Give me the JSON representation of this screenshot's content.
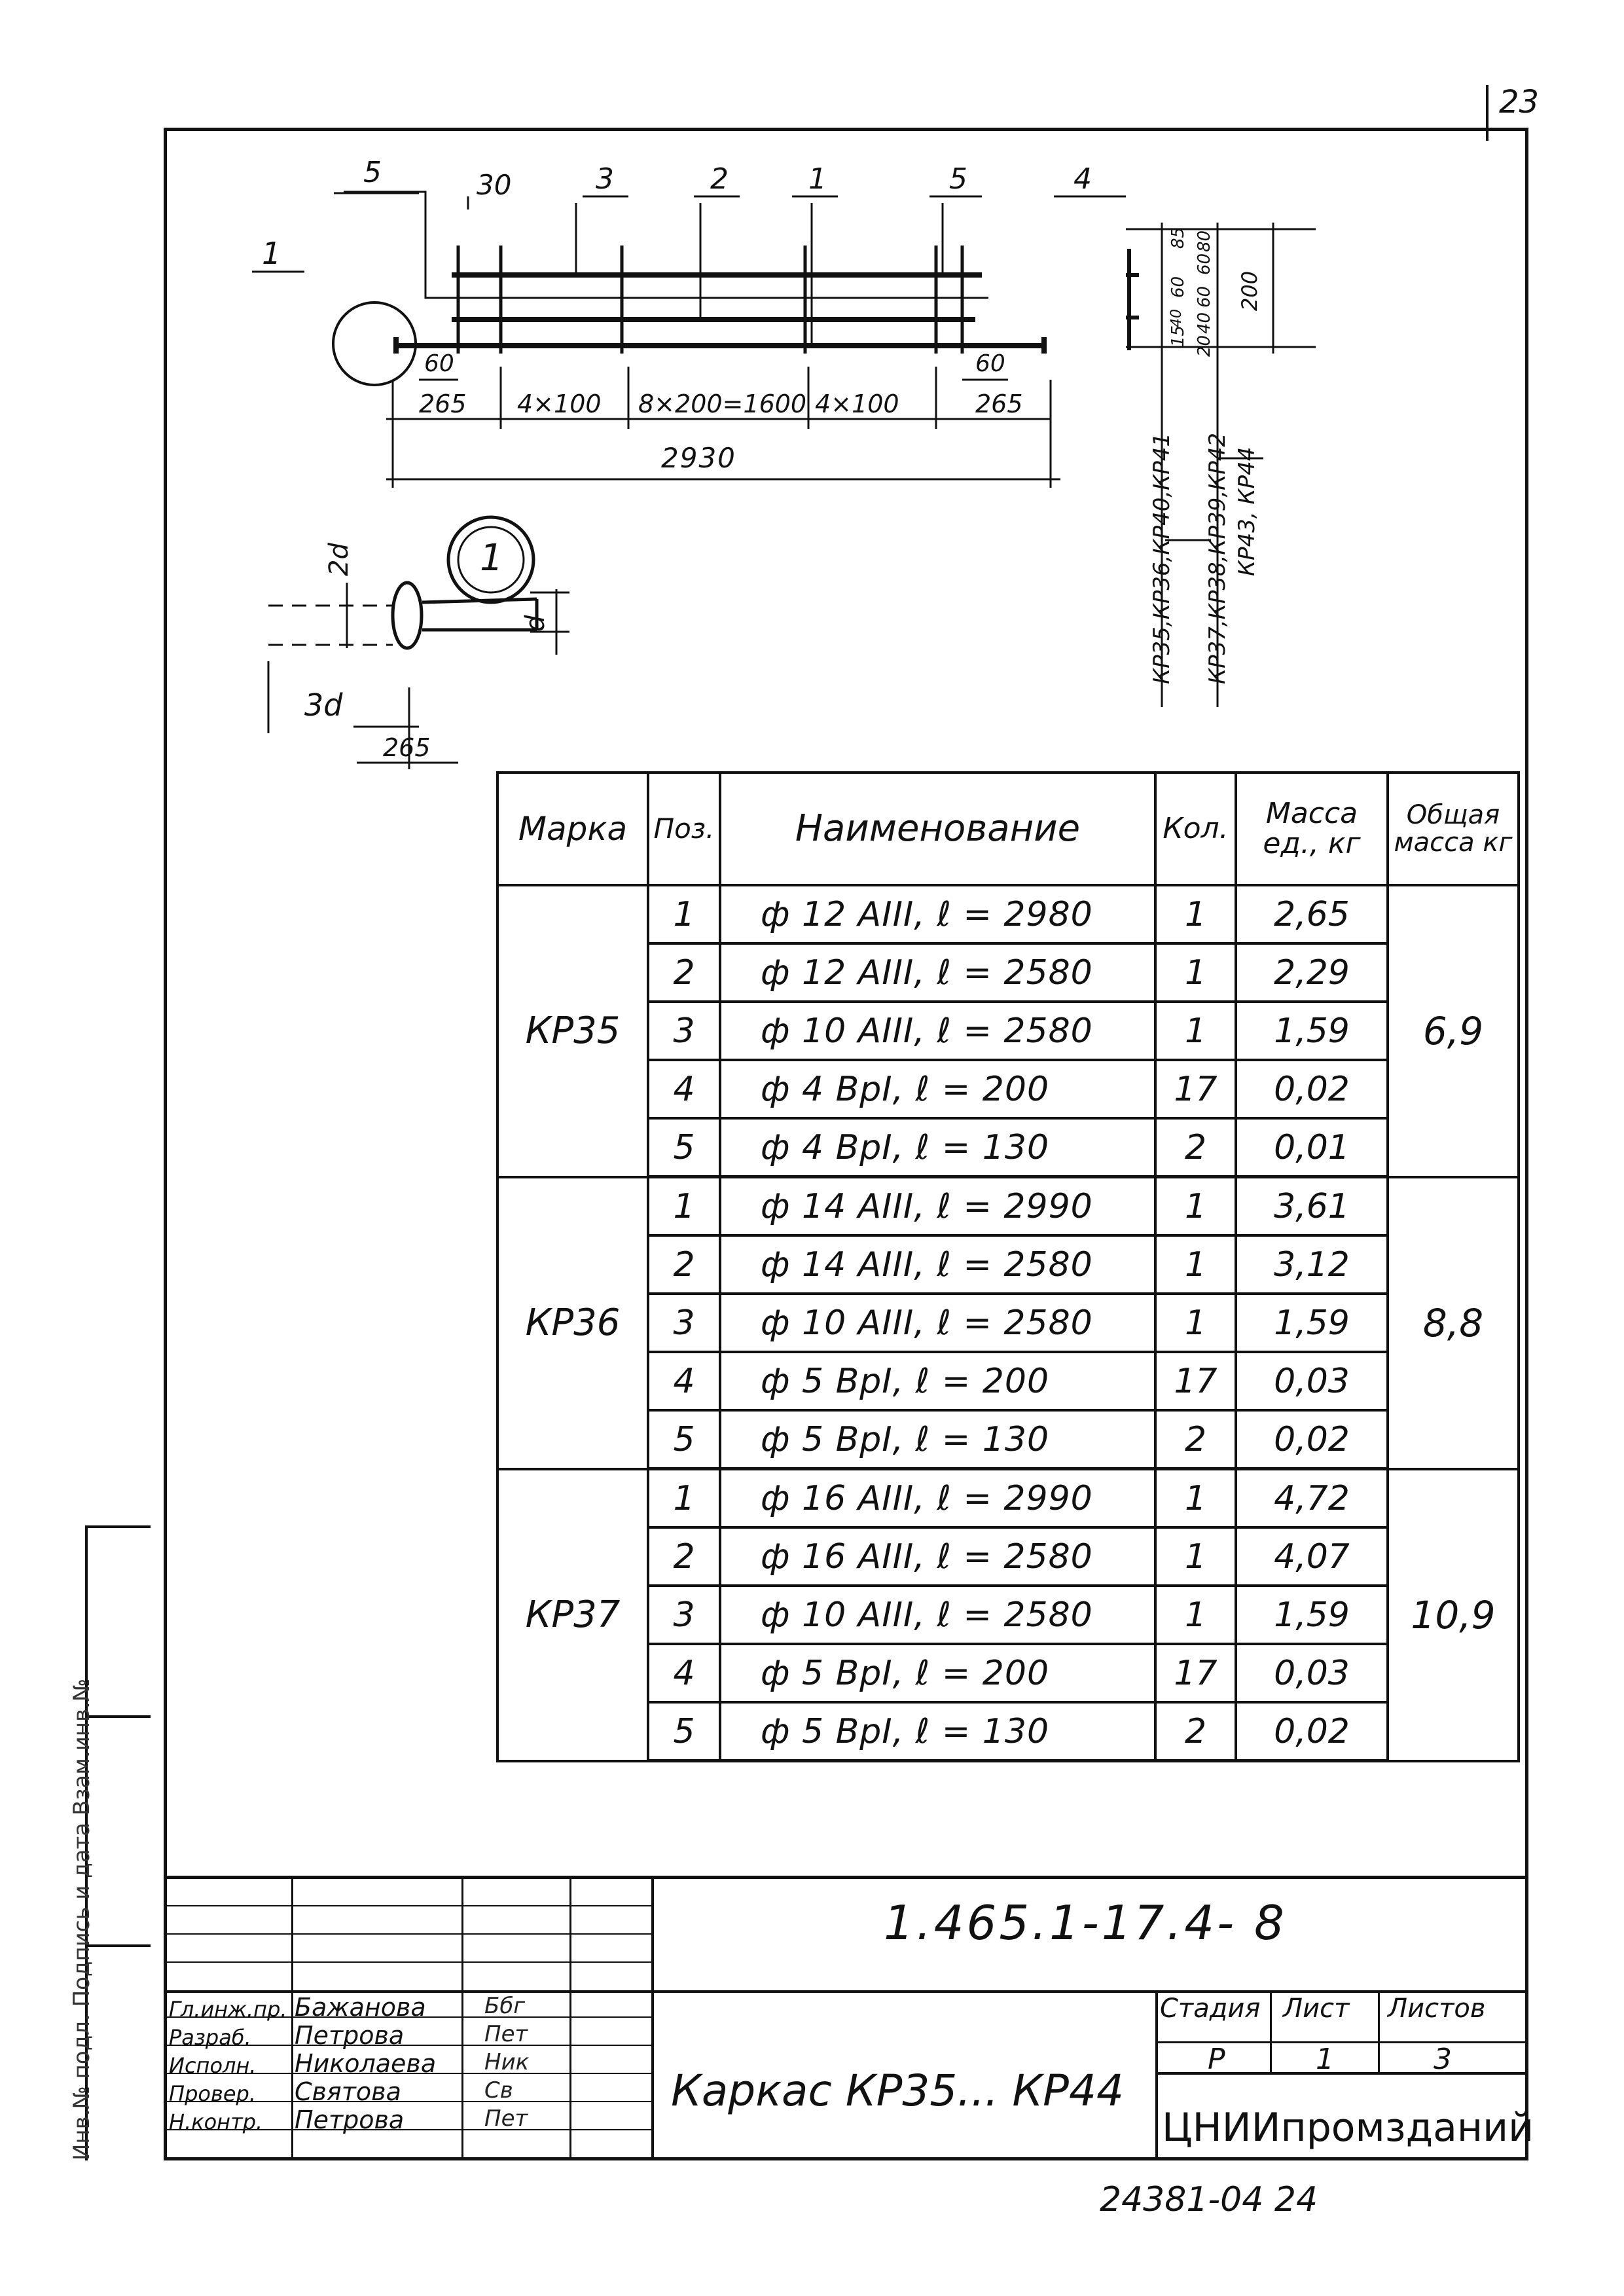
{
  "page_number": "23",
  "drawing": {
    "callouts": [
      "5",
      "30",
      "3",
      "2",
      "1",
      "5",
      "4"
    ],
    "detail_callout": "1",
    "dims_bottom_row": [
      "265",
      "4×100",
      "8×200=1600",
      "4×100",
      "265"
    ],
    "dim_60_left": "60",
    "dim_60_right": "60",
    "dim_total": "2930",
    "section_dims": [
      "85",
      "60",
      "15",
      "40",
      "60",
      "80",
      "40",
      "60",
      "20",
      "200"
    ],
    "section_labels": [
      "КР35,КР36,КР40,КР41",
      "КР37,КР38,КР39,КР42",
      "КР43, КР44"
    ],
    "detail_marker": "1",
    "detail_dims": [
      "2d",
      "3d",
      "265",
      "d"
    ]
  },
  "table": {
    "headers": {
      "mark": "Марка",
      "pos": "Поз.",
      "name": "Наименование",
      "qty": "Кол.",
      "unit_mass": "Масса ед., кг",
      "total_mass": "Общая масса кг"
    },
    "groups": [
      {
        "mark": "КР35",
        "total": "6,9",
        "rows": [
          {
            "pos": "1",
            "name": "ф 12 АIII, ℓ = 2980",
            "qty": "1",
            "mass": "2,65"
          },
          {
            "pos": "2",
            "name": "ф 12 АIII, ℓ = 2580",
            "qty": "1",
            "mass": "2,29"
          },
          {
            "pos": "3",
            "name": "ф 10 АIII, ℓ = 2580",
            "qty": "1",
            "mass": "1,59"
          },
          {
            "pos": "4",
            "name": "ф 4 ВрI, ℓ = 200",
            "qty": "17",
            "mass": "0,02"
          },
          {
            "pos": "5",
            "name": "ф 4 ВрI, ℓ = 130",
            "qty": "2",
            "mass": "0,01"
          }
        ]
      },
      {
        "mark": "КР36",
        "total": "8,8",
        "rows": [
          {
            "pos": "1",
            "name": "ф 14 АIII, ℓ = 2990",
            "qty": "1",
            "mass": "3,61"
          },
          {
            "pos": "2",
            "name": "ф 14 АIII, ℓ = 2580",
            "qty": "1",
            "mass": "3,12"
          },
          {
            "pos": "3",
            "name": "ф 10 АIII, ℓ = 2580",
            "qty": "1",
            "mass": "1,59"
          },
          {
            "pos": "4",
            "name": "ф 5 ВрI, ℓ = 200",
            "qty": "17",
            "mass": "0,03"
          },
          {
            "pos": "5",
            "name": "ф 5 ВрI, ℓ = 130",
            "qty": "2",
            "mass": "0,02"
          }
        ]
      },
      {
        "mark": "КР37",
        "total": "10,9",
        "rows": [
          {
            "pos": "1",
            "name": "ф 16 АIII, ℓ = 2990",
            "qty": "1",
            "mass": "4,72"
          },
          {
            "pos": "2",
            "name": "ф 16 АIII, ℓ = 2580",
            "qty": "1",
            "mass": "4,07"
          },
          {
            "pos": "3",
            "name": "ф 10 АIII, ℓ = 2580",
            "qty": "1",
            "mass": "1,59"
          },
          {
            "pos": "4",
            "name": "ф 5 ВрI, ℓ = 200",
            "qty": "17",
            "mass": "0,03"
          },
          {
            "pos": "5",
            "name": "ф 5 ВрI, ℓ = 130",
            "qty": "2",
            "mass": "0,02"
          }
        ]
      }
    ]
  },
  "title_block": {
    "doc_code": "1.465.1-17.4- 8",
    "title": "Каркас КР35... КР44",
    "organization": "ЦНИИпромзданий",
    "stage_header": "Стадия",
    "sheet_header": "Лист",
    "sheets_header": "Листов",
    "stage": "Р",
    "sheet": "1",
    "sheets": "3",
    "staff": [
      {
        "role": "Гл.инж.пр.",
        "name": "Бажанова",
        "sign": "Ббг"
      },
      {
        "role": "Разраб.",
        "name": "Петрова",
        "sign": "Пет"
      },
      {
        "role": "Исполн.",
        "name": "Николаева",
        "sign": "Ник"
      },
      {
        "role": "Провер.",
        "name": "Святова",
        "sign": "Св"
      },
      {
        "role": "Н.контр.",
        "name": "Петрова",
        "sign": "Пет"
      }
    ]
  },
  "archive_number": "24381-04 24",
  "side_strip_text": "Инв.№ подл.   Подпись и дата   Взам.инв.№"
}
